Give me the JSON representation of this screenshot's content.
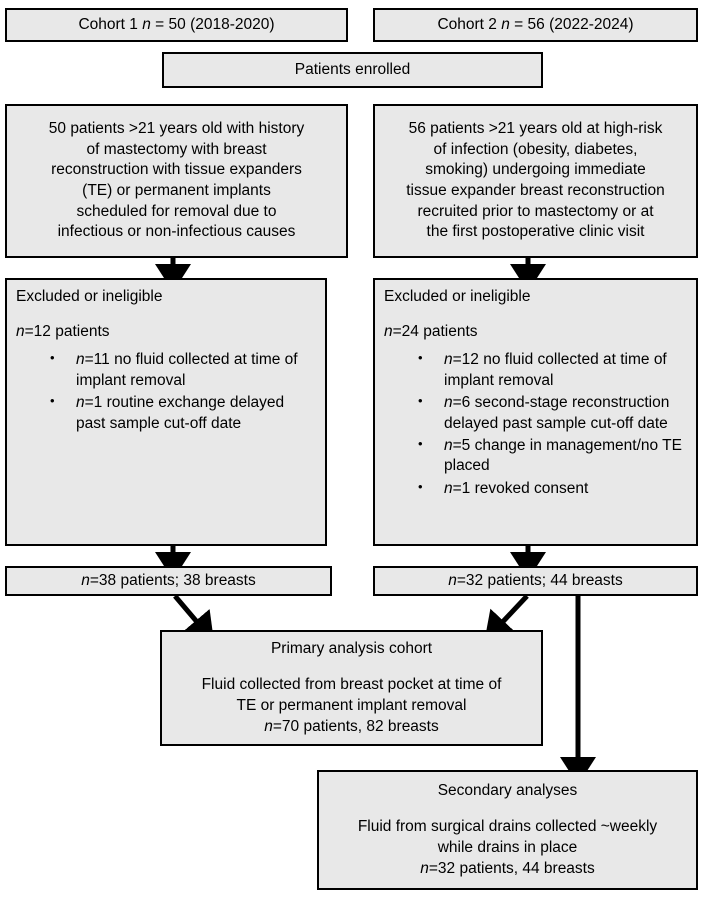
{
  "figure": {
    "type": "flow-diagram",
    "title": "Patient enrollment and analysis flowchart",
    "box_fill": "#e8e8e8",
    "box_border": "#000000",
    "arrow_color": "#000000"
  },
  "cohort1_header": "Cohort 1 n = 50 (2018-2020)",
  "cohort1_header_parts": {
    "pre": "Cohort 1 ",
    "ital": "n",
    "post": " = 50 (2018-2020)"
  },
  "cohort2_header": "Cohort 2 n = 56 (2022-2024)",
  "cohort2_header_parts": {
    "pre": "Cohort 2 ",
    "ital": "n",
    "post": " = 56 (2022-2024)"
  },
  "patients_enrolled": "Patients enrolled",
  "cohort1_criteria": {
    "lines": [
      "50 patients >21 years old with history",
      "of mastectomy with breast",
      "reconstruction with tissue expanders",
      "(TE) or permanent implants",
      "scheduled for removal due to",
      "infectious or non-infectious causes"
    ],
    "full_text": "50 patients >21 years old with history of mastectomy with breast reconstruction with tissue expanders (TE) or permanent implants scheduled for removal due to infectious or non-infectious causes"
  },
  "cohort2_criteria": {
    "lines": [
      "56 patients >21 years old at high-risk",
      "of infection (obesity, diabetes,",
      "smoking) undergoing immediate",
      "tissue expander breast reconstruction",
      "recruited prior to mastectomy or at",
      "the first postoperative clinic visit"
    ],
    "full_text": "56 patients >21 years old at high-risk of infection (obesity, diabetes, smoking) undergoing immediate tissue expander breast reconstruction recruited prior to mastectomy or at the first postoperative clinic visit"
  },
  "cohort1_excluded": {
    "heading": "Excluded or ineligible",
    "count_ital": "n",
    "count_rest": "=12 patients",
    "count_text": "n=12 patients",
    "bullets": [
      {
        "ital": "n",
        "rest": "=11 no fluid collected at time of implant removal"
      },
      {
        "ital": "n",
        "rest": "=1 routine exchange delayed past sample cut-off date"
      }
    ]
  },
  "cohort2_excluded": {
    "heading": "Excluded or ineligible",
    "count_ital": "n",
    "count_rest": "=24 patients",
    "count_text": "n=24 patients",
    "bullets": [
      {
        "ital": "n",
        "rest": "=12 no fluid collected at time of implant removal"
      },
      {
        "ital": "n",
        "rest": "=6 second-stage reconstruction delayed past sample cut-off date"
      },
      {
        "ital": "n",
        "rest": "=5 change in management/no TE placed"
      },
      {
        "ital": "n",
        "rest": "=1 revoked consent"
      }
    ]
  },
  "cohort1_result": {
    "ital": "n",
    "rest": "=38 patients; 38 breasts",
    "text": "n=38 patients; 38 breasts"
  },
  "cohort2_result": {
    "ital": "n",
    "rest": "=32 patients; 44 breasts",
    "text": "n=32 patients; 44 breasts"
  },
  "primary_analysis": {
    "heading": "Primary analysis cohort",
    "body_lines": [
      "Fluid collected from breast pocket at time of",
      "TE or permanent implant removal"
    ],
    "count_ital": "n",
    "count_rest": "=70 patients, 82 breasts",
    "count_text": "n=70 patients, 82 breasts"
  },
  "secondary_analyses": {
    "heading": "Secondary analyses",
    "body_lines": [
      "Fluid from surgical drains collected ~weekly",
      "while drains in place"
    ],
    "count_ital": "n",
    "count_rest": "=32 patients, 44 breasts",
    "count_text": "n=32 patients, 44 breasts"
  }
}
